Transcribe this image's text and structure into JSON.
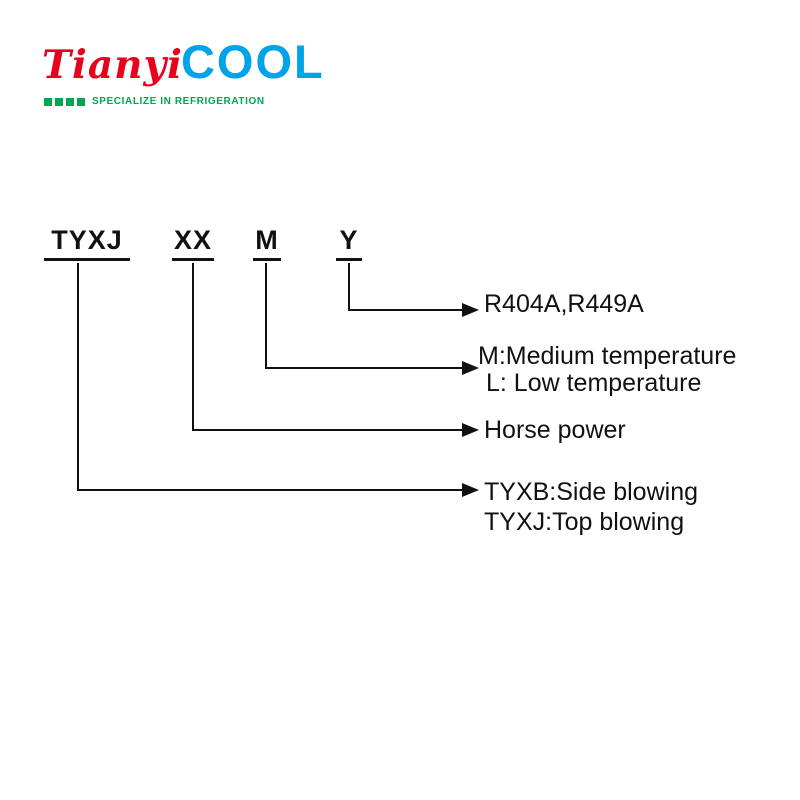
{
  "logo": {
    "brand_script": "Tianyi",
    "brand_bold": "COOL",
    "tagline": "SPECIALIZE IN REFRIGERATION",
    "colors": {
      "script_red": "#e8001c",
      "bold_blue": "#00a2e8",
      "green": "#00a651"
    }
  },
  "model_code": {
    "segments": [
      {
        "label": "TYXJ"
      },
      {
        "label": "XX"
      },
      {
        "label": "M"
      },
      {
        "label": "Y"
      }
    ]
  },
  "annotations": {
    "refrigerant": "R404A,R449A",
    "temperature_m": "M:Medium temperature",
    "temperature_l": "L:  Low temperature",
    "horse_power": "Horse power",
    "blowing_side": "TYXB:Side blowing",
    "blowing_top": "TYXJ:Top blowing"
  }
}
